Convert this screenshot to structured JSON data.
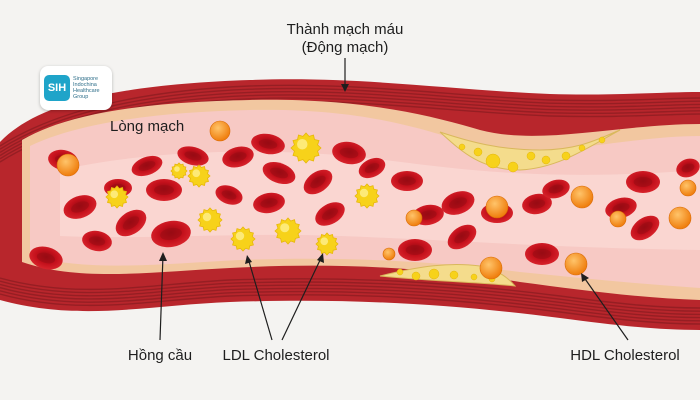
{
  "labels": {
    "vessel_wall_line1": "Thành mạch máu",
    "vessel_wall_line2": "(Động mạch)",
    "lumen": "Lòng mạch",
    "red_blood_cell": "Hồng cầu",
    "ldl": "LDL Cholesterol",
    "hdl": "HDL Cholesterol"
  },
  "logo": {
    "mark_text": "SIH",
    "line1": "Singapore",
    "line2": "Indochina",
    "line3": "Healthcare",
    "line4": "Group"
  },
  "colors": {
    "background": "#f4f3f1",
    "outer_wall": "#b8262c",
    "wall_stripe": "#8e1d22",
    "inner_lining": "#f2c7a0",
    "lumen": "#f7c9c4",
    "red_blood_cell": "#c3101b",
    "ldl": "#f7d21a",
    "hdl": "#f28a14",
    "plaque": "#f4dc8c",
    "logo_accent": "#1fa4c9"
  },
  "icons": {
    "logo": "sih-logo-icon"
  }
}
